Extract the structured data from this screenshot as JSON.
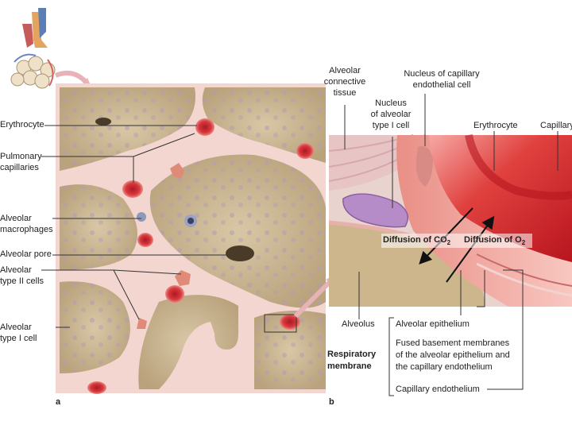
{
  "colors": {
    "alveolar_wall": "#f2d2cc",
    "alveolus_fill": "#cbb898",
    "erythrocyte": "#d63a3a",
    "capillary_wall": "#e89a8c",
    "nucleus": "#b68cc8",
    "leader_line": "#333333",
    "arrow_pink": "#e7b3b8"
  },
  "panel_a": {
    "letter": "a",
    "labels": {
      "erythrocyte": "Erythrocyte",
      "pulmonary_capillaries_1": "Pulmonary",
      "pulmonary_capillaries_2": "capillaries",
      "alveolar_macrophages_1": "Alveolar",
      "alveolar_macrophages_2": "macrophages",
      "alveolar_pore": "Alveolar pore",
      "type2_1": "Alveolar",
      "type2_2": "type II cells",
      "type1_1": "Alveolar",
      "type1_2": "type I cell"
    }
  },
  "panel_b": {
    "letter": "b",
    "labels": {
      "connective_1": "Alveolar",
      "connective_2": "connective",
      "connective_3": "tissue",
      "nucleus_endo_1": "Nucleus of capillary",
      "nucleus_endo_2": "endothelial cell",
      "nucleus_type1_1": "Nucleus",
      "nucleus_type1_2": "of alveolar",
      "nucleus_type1_3": "type I cell",
      "erythrocyte": "Erythrocyte",
      "capillary": "Capillary",
      "diffusion_co2": "Diffusion of CO",
      "co2_sub": "2",
      "diffusion_o2": "Diffusion of O",
      "o2_sub": "2",
      "alveolus": "Alveolus",
      "alveolar_epithelium": "Alveolar epithelium",
      "fused_1": "Fused basement membranes",
      "fused_2": "of the alveolar epithelium and",
      "fused_3": "the capillary endothelium",
      "capillary_endothelium": "Capillary endothelium",
      "respiratory_1": "Respiratory",
      "respiratory_2": "membrane"
    }
  }
}
